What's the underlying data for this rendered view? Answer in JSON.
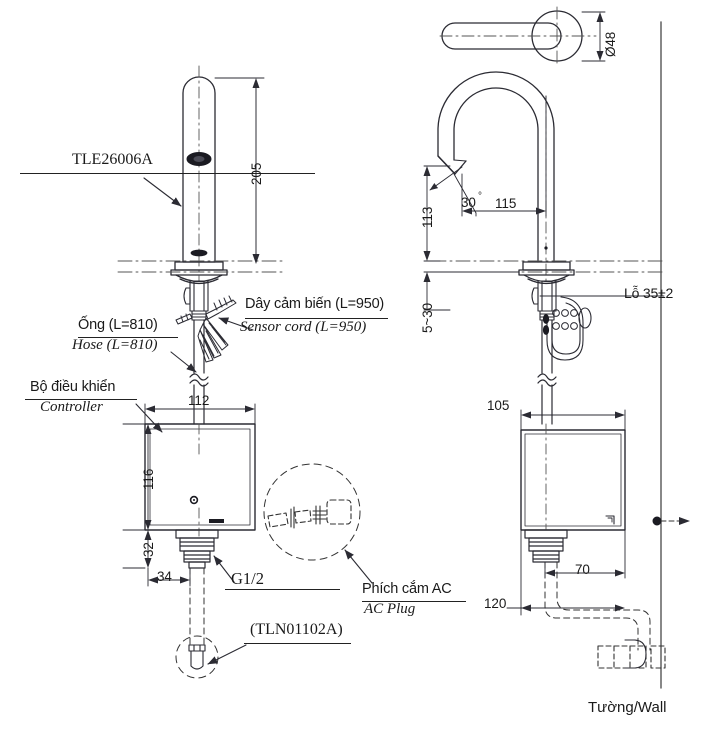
{
  "document": {
    "type": "technical-drawing",
    "title": "TLE26006A Sensor Faucet Installation Drawing",
    "views": [
      "front-elevation",
      "side-elevation",
      "top-plan"
    ],
    "line_color": "#2b2b33",
    "accent_color": "#1a1a1a"
  },
  "callouts": {
    "faucet_model": {
      "code": "TLE26006A"
    },
    "hose": {
      "vn": "Ống (L=810)",
      "en": "Hose (L=810)"
    },
    "sensor_cord": {
      "vn": "Dây cảm biến (L=950)",
      "en": "Sensor cord (L=950)"
    },
    "controller": {
      "vn": "Bộ điều khiển",
      "en": "Controller"
    },
    "ac_plug": {
      "vn": "Phích cắm AC",
      "en": "AC Plug"
    },
    "wall": {
      "text": "Tường/Wall"
    },
    "accessory": {
      "code": "(TLN01102A)"
    },
    "thread": {
      "text": "G1/2"
    },
    "hole": {
      "text": "Lỗ 35±2"
    }
  },
  "dimensions": {
    "spout_height": "205",
    "spout_diameter": "Ø48",
    "reach_height": "113",
    "spout_angle": "30",
    "angle_unit": "°",
    "reach": "115",
    "deck_thickness": "5~30",
    "controller_width": "112",
    "controller_height": "116",
    "controller_base": "32",
    "outlet_offset": "34",
    "controller_depth": "105",
    "plug_offset": "70",
    "wall_clearance": "120"
  }
}
